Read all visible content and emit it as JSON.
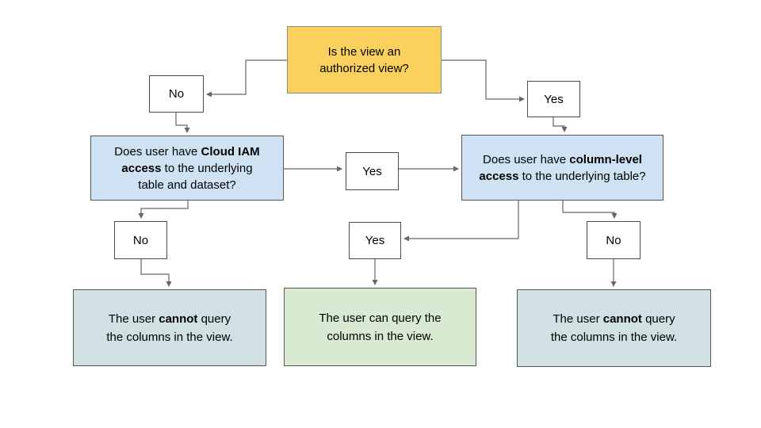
{
  "colors": {
    "root_fill": "#FBD15E",
    "question_fill": "#CFE2F3",
    "outcome_cannot_fill": "#D0E0E3",
    "outcome_can_fill": "#D9EAD3",
    "label_fill": "#FFFFFF",
    "connector": "#666666",
    "text": "#000000"
  },
  "diagram": {
    "root_question": {
      "text": "Is the view an authorized view?"
    },
    "edge_labels": {
      "root_no": "No",
      "root_yes": "Yes",
      "iam_yes": "Yes",
      "iam_no": "No",
      "col_yes": "Yes",
      "col_no": "No"
    },
    "question_iam": {
      "pre": "Does user have ",
      "bold": "Cloud IAM access",
      "post": " to the underlying table and dataset?"
    },
    "question_column": {
      "pre": "Does user have ",
      "bold": "column-level access",
      "post": " to the underlying table?"
    },
    "outcome_cannot_left": {
      "pre": "The user ",
      "bold": "cannot",
      "post": " query the columns in the view."
    },
    "outcome_can": {
      "text": "The user can query the columns in the view."
    },
    "outcome_cannot_right": {
      "pre": "The user ",
      "bold": "cannot",
      "post": " query the columns in the view."
    }
  }
}
